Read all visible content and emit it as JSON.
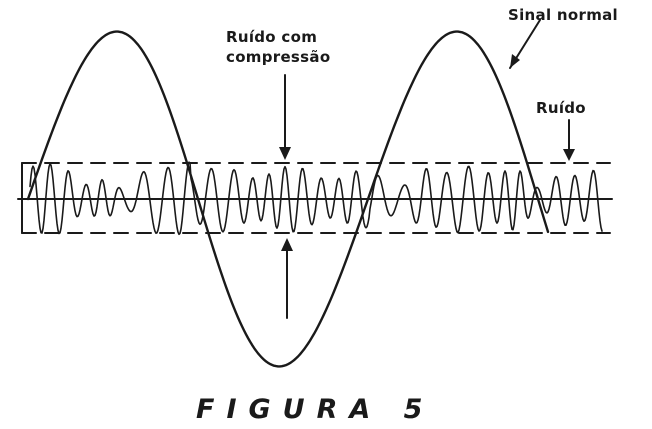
{
  "labels": {
    "normal_signal": "Sinal normal",
    "noise": "Ruído",
    "noise_with_compression_line1": "Ruído com",
    "noise_with_compression_line2": "compressão"
  },
  "caption": {
    "text": "FIGURA 5"
  },
  "colors": {
    "ink": "#1a1a1a",
    "background": "#ffffff"
  }
}
